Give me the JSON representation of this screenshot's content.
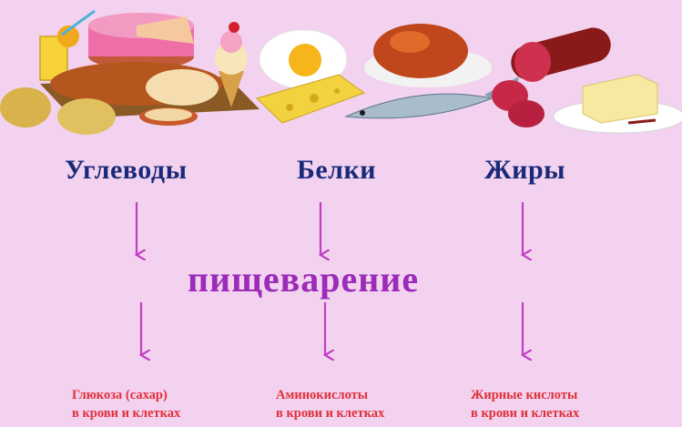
{
  "nutrients": {
    "carbs": "Углеводы",
    "proteins": "Белки",
    "fats": "Жиры"
  },
  "process": "пищеварение",
  "results": {
    "carbs_line1": "Глюкоза (сахар)",
    "carbs_line2": "в крови и клетках",
    "proteins_line1": "Аминокислоты",
    "proteins_line2": "в крови и клетках",
    "fats_line1": "Жирные кислоты",
    "fats_line2": "в крови и клетках"
  },
  "colors": {
    "background": "#f2d2ef",
    "nutrient_text": "#1a2a7a",
    "process_text": "#9b2bb8",
    "result_text": "#e0303a",
    "arrow": "#c23ec4"
  }
}
